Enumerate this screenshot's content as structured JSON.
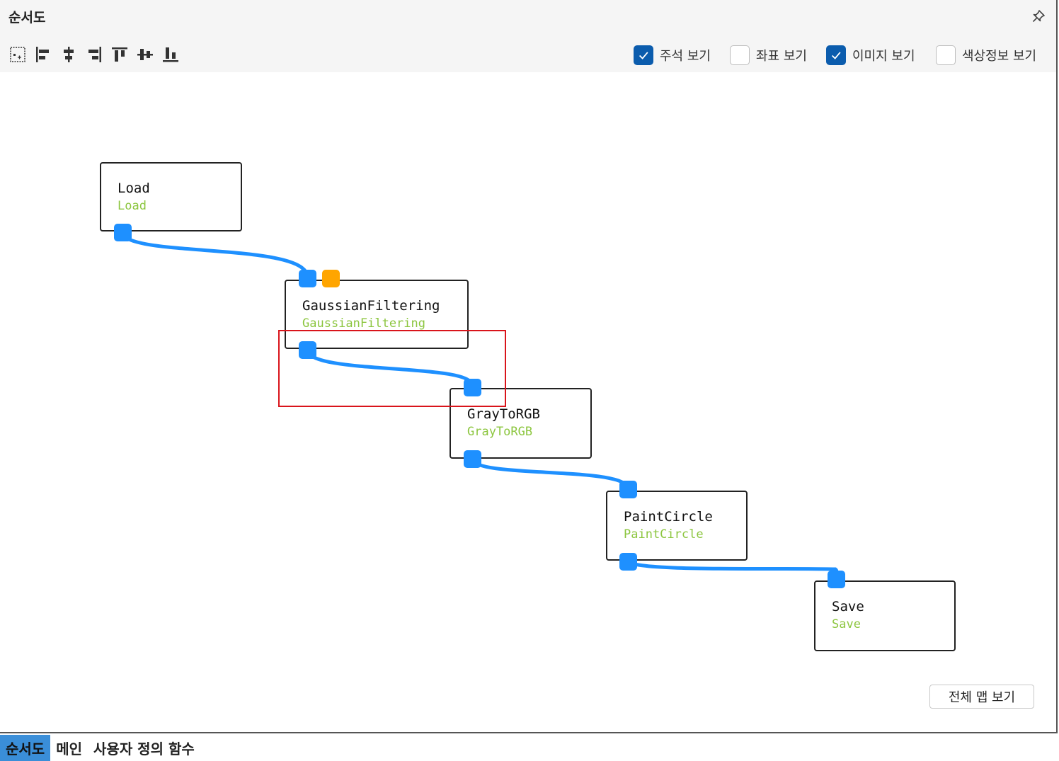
{
  "window": {
    "title": "순서도"
  },
  "toolbar": {
    "tools": [
      "fit-view-icon",
      "align-left-icon",
      "align-center-horizontal-icon",
      "align-right-icon",
      "align-top-icon",
      "align-middle-vertical-icon",
      "align-bottom-icon"
    ],
    "options": [
      {
        "label": "주석 보기",
        "checked": true
      },
      {
        "label": "좌표 보기",
        "checked": false
      },
      {
        "label": "이미지 보기",
        "checked": true
      },
      {
        "label": "색상정보 보기",
        "checked": false
      }
    ]
  },
  "flowchart": {
    "nodes": [
      {
        "title": "Load",
        "subtitle": "Load"
      },
      {
        "title": "GaussianFiltering",
        "subtitle": "GaussianFiltering"
      },
      {
        "title": "GrayToRGB",
        "subtitle": "GrayToRGB"
      },
      {
        "title": "PaintCircle",
        "subtitle": "PaintCircle"
      },
      {
        "title": "Save",
        "subtitle": "Save"
      }
    ]
  },
  "buttons": {
    "full_map": "전체 맵 보기"
  },
  "tabs": [
    {
      "label": "순서도",
      "active": true
    },
    {
      "label": "메인",
      "active": false
    },
    {
      "label": "사용자 정의 함수",
      "active": false
    }
  ],
  "colors": {
    "accent": "#0b5cad",
    "port_blue": "#1e90ff",
    "port_orange": "#ffa500",
    "subtitle_green": "#8cc63f",
    "highlight_red": "#d9141b",
    "active_tab": "#3a8ed8"
  }
}
